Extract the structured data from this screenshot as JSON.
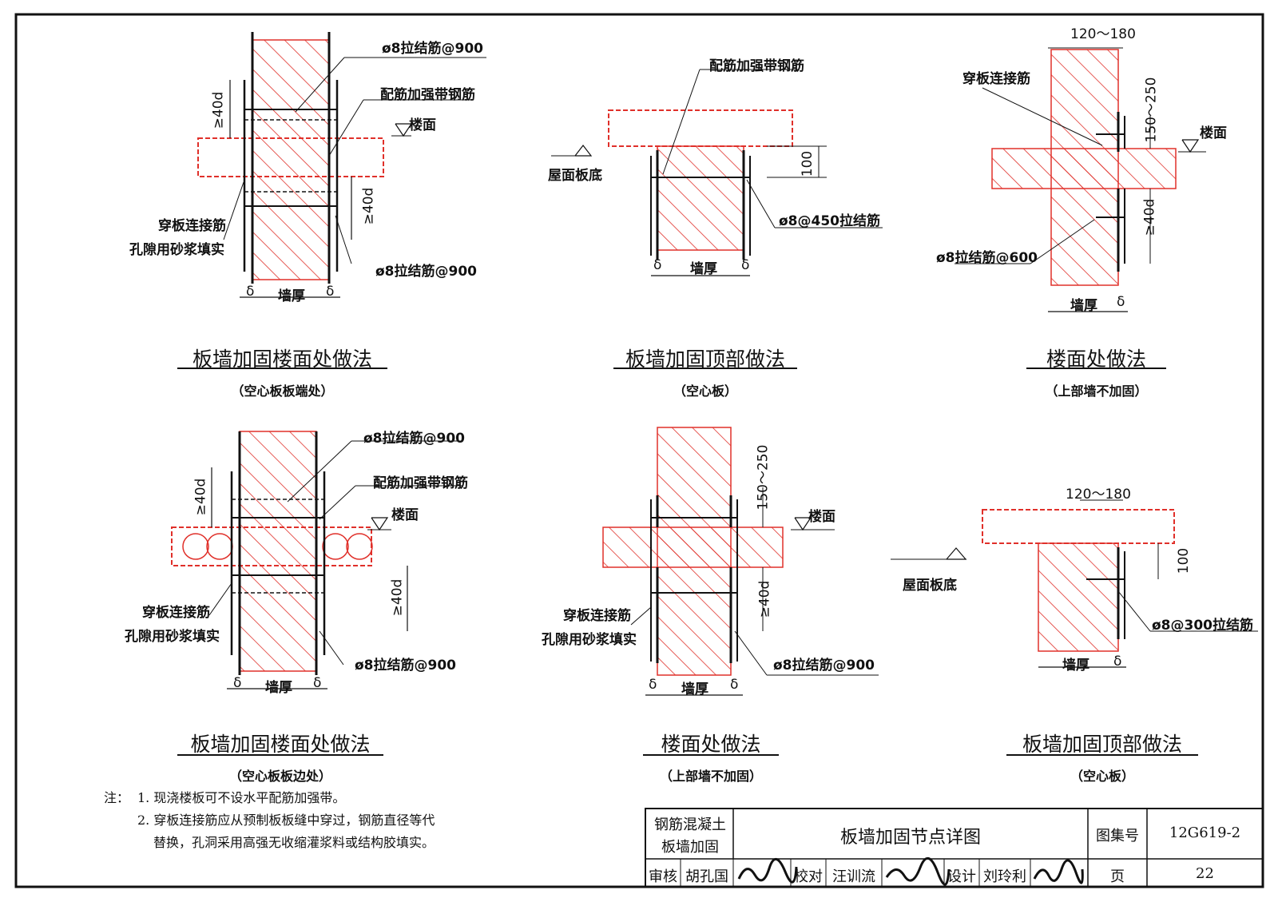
{
  "details": [
    {
      "title": "板墙加固楼面处做法",
      "subtitle": "（空心板板端处）",
      "labels": {
        "tie_top": "ø8拉结筋@900",
        "band": "配筋加强带钢筋",
        "floor": "楼面",
        "through_bar": "穿板连接筋",
        "grout": "孔隙用砂浆填实",
        "tie_bottom": "ø8拉结筋@900",
        "anchor_top": "≥40d",
        "anchor_bottom": "≥40d",
        "delta_left": "δ",
        "wall": "墙厚",
        "delta_right": "δ"
      }
    },
    {
      "title": "板墙加固顶部做法",
      "subtitle": "（空心板）",
      "labels": {
        "band": "配筋加强带钢筋",
        "roof": "屋面板底",
        "height": "100",
        "tie": "ø8@450拉结筋",
        "delta_left": "δ",
        "wall": "墙厚",
        "delta_right": "δ"
      }
    },
    {
      "title": "楼面处做法",
      "subtitle": "（上部墙不加固）",
      "labels": {
        "width": "120～180",
        "through_bar": "穿板连接筋",
        "range": "150～250",
        "floor": "楼面",
        "anchor": "≥40d",
        "tie": "ø8拉结筋@600",
        "wall": "墙厚",
        "delta": "δ"
      }
    },
    {
      "title": "板墙加固楼面处做法",
      "subtitle": "（空心板板边处）",
      "labels": {
        "tie_top": "ø8拉结筋@900",
        "band": "配筋加强带钢筋",
        "floor": "楼面",
        "anchor_top": "≥40d",
        "anchor_bottom": "≥40d",
        "through_bar": "穿板连接筋",
        "grout": "孔隙用砂浆填实",
        "tie_bottom": "ø8拉结筋@900",
        "delta_left": "δ",
        "wall": "墙厚",
        "delta_right": "δ"
      }
    },
    {
      "title": "楼面处做法",
      "subtitle": "（上部墙不加固）",
      "labels": {
        "range": "150～250",
        "floor": "楼面",
        "anchor": "≥40d",
        "through_bar": "穿板连接筋",
        "grout": "孔隙用砂浆填实",
        "tie": "ø8拉结筋@900",
        "delta_left": "δ",
        "wall": "墙厚",
        "delta_right": "δ"
      }
    },
    {
      "title": "板墙加固顶部做法",
      "subtitle": "（空心板）",
      "labels": {
        "width": "120～180",
        "roof": "屋面板底",
        "height": "100",
        "tie": "ø8@300拉结筋",
        "wall": "墙厚",
        "delta": "δ"
      }
    }
  ],
  "notes": {
    "prefix": "注：",
    "line1": "1. 现浇楼板可不设水平配筋加强带。",
    "line2": "2. 穿板连接筋应从预制板板缝中穿过，钢筋直径等代",
    "line3": "替换，孔洞采用高强无收缩灌浆料或结构胶填实。"
  },
  "title_block": {
    "category_line1": "钢筋混凝土",
    "category_line2": "板墙加固",
    "drawing_title": "板墙加固节点详图",
    "atlas_label": "图集号",
    "atlas_no": "12G619-2",
    "review_label": "审核",
    "review_name": "胡孔国",
    "check_label": "校对",
    "check_name": "汪训流",
    "design_label": "设计",
    "design_name": "刘玲利",
    "page_label": "页",
    "page_no": "22"
  },
  "colors": {
    "line": "#111111",
    "hatch": "#e0302a",
    "rebar": "#111111"
  }
}
